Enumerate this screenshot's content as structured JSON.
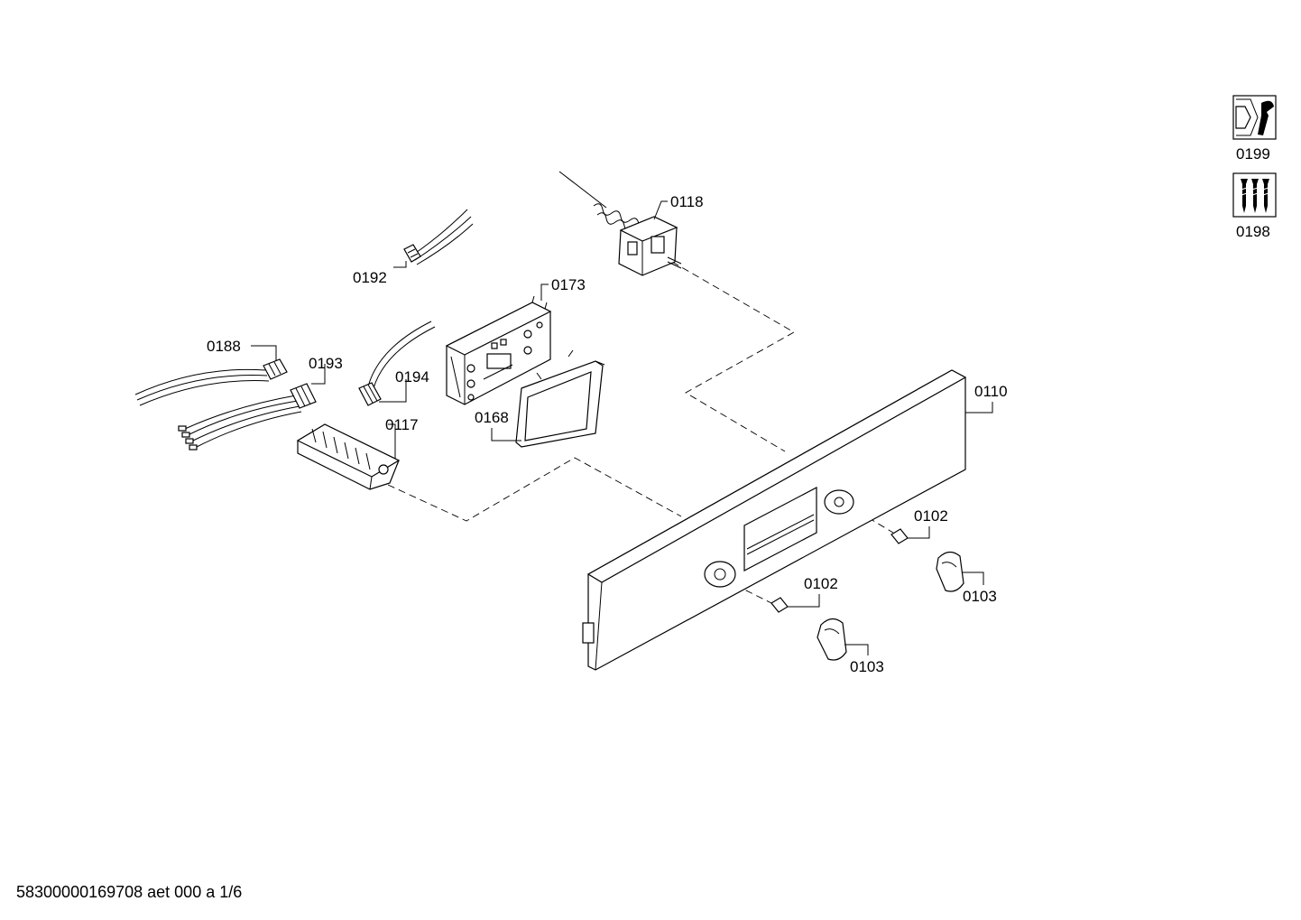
{
  "parts": {
    "p0192": "0192",
    "p0173": "0173",
    "p0118": "0118",
    "p0188": "0188",
    "p0193": "0193",
    "p0194": "0194",
    "p0117": "0117",
    "p0168": "0168",
    "p0110": "0110",
    "p0102_right": "0102",
    "p0102_left": "0102",
    "p0103_right": "0103",
    "p0103_left": "0103",
    "p0199": "0199",
    "p0198": "0198"
  },
  "footer": {
    "document_code": "58300000169708 aet 000 a 1/6"
  },
  "icons": {
    "service_kit": "wrench-icon",
    "screws_kit": "screws-icon"
  }
}
